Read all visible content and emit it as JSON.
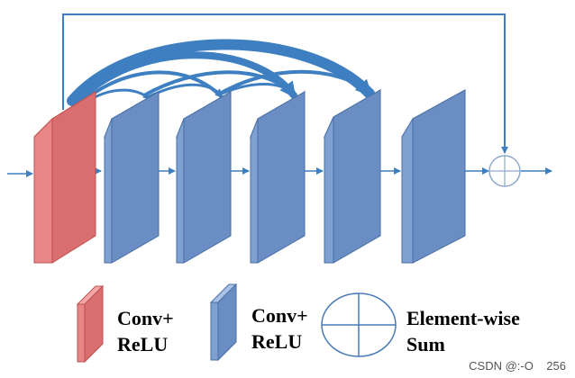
{
  "colors": {
    "red_front": "#e88586",
    "red_side": "#d86e70",
    "red_top": "#f2a7a8",
    "red_edge": "#c0504d",
    "blue_front": "#7ea1d2",
    "blue_side": "#6a8ec4",
    "blue_top": "#a9c2e6",
    "blue_edge": "#4a6fa5",
    "arrow": "#3e7fc1"
  },
  "icons": {
    "sum": "circle-plus",
    "conv_relu": "slab"
  },
  "legend": {
    "red_label_line1": "Conv+",
    "red_label_line2": "ReLU",
    "blue_label_line1": "Conv+",
    "blue_label_line2": "ReLU",
    "sum_label_line1": "Element-wise",
    "sum_label_line2": "Sum"
  },
  "watermark": "CSDN @:-O    256"
}
